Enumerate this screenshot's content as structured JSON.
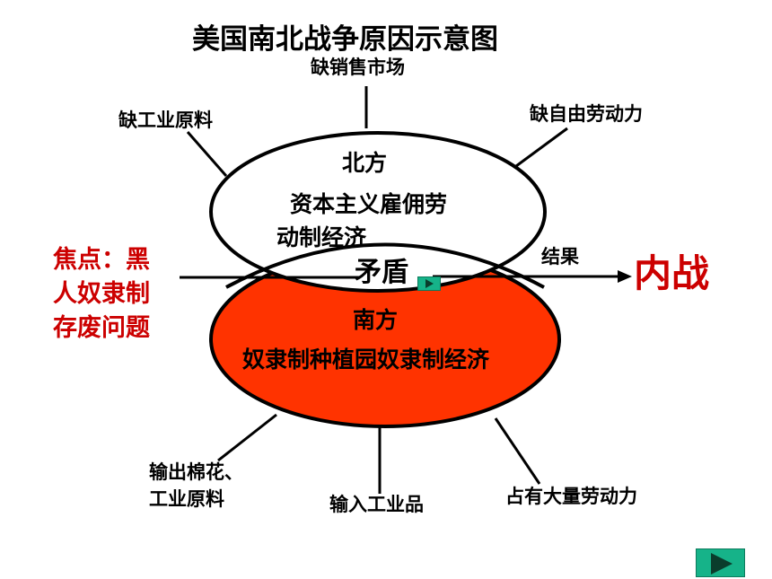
{
  "title": "美国南北战争原因示意图",
  "north": {
    "name": "北方",
    "economy_line1": "资本主义雇佣劳",
    "economy_line2": "动制经济",
    "factors": {
      "top": "缺销售市场",
      "left": "缺工业原料",
      "right": "缺自由劳动力"
    },
    "fill_color": "#ffffff"
  },
  "south": {
    "name": "南方",
    "economy": "奴隶制种植园奴隶制经济",
    "factors": {
      "bottom_left_line1": "输出棉花、",
      "bottom_left_line2": "工业原料",
      "bottom": "输入工业品",
      "bottom_right": "占有大量劳动力"
    },
    "fill_color": "#ff3300"
  },
  "conflict": "矛盾",
  "focus": {
    "line1": "焦点：黑",
    "line2": "人奴隶制",
    "line3": "存废问题"
  },
  "result_label": "结果",
  "outcome": "内战",
  "accent_color": "#cc0000",
  "icons": {
    "next": "play-triangle-icon",
    "inline": "play-triangle-icon"
  }
}
